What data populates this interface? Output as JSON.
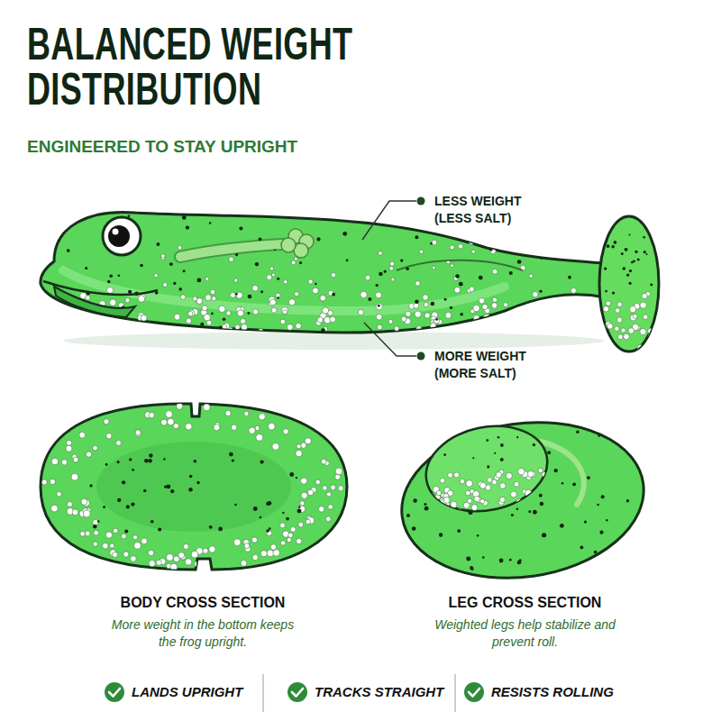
{
  "diagram": {
    "title": "BALANCED WEIGHT DISTRIBUTION",
    "labels": [
      "ENGINEERED TO STAY UPRIGHT",
      "LESS WEIGHT (LESS SALT)",
      "MORE WEIGHT (MORE SALT)",
      "BODY CROSS SECTION",
      "More weight in the bottom keeps the frog upright.",
      "LEG CROSS SECTION",
      "Weighted legs help stabilize and prevent roll.",
      "LANDS UPRIGHT",
      "TRACKS STRAIGHT",
      "RESISTS ROLLING"
    ]
  }
}
